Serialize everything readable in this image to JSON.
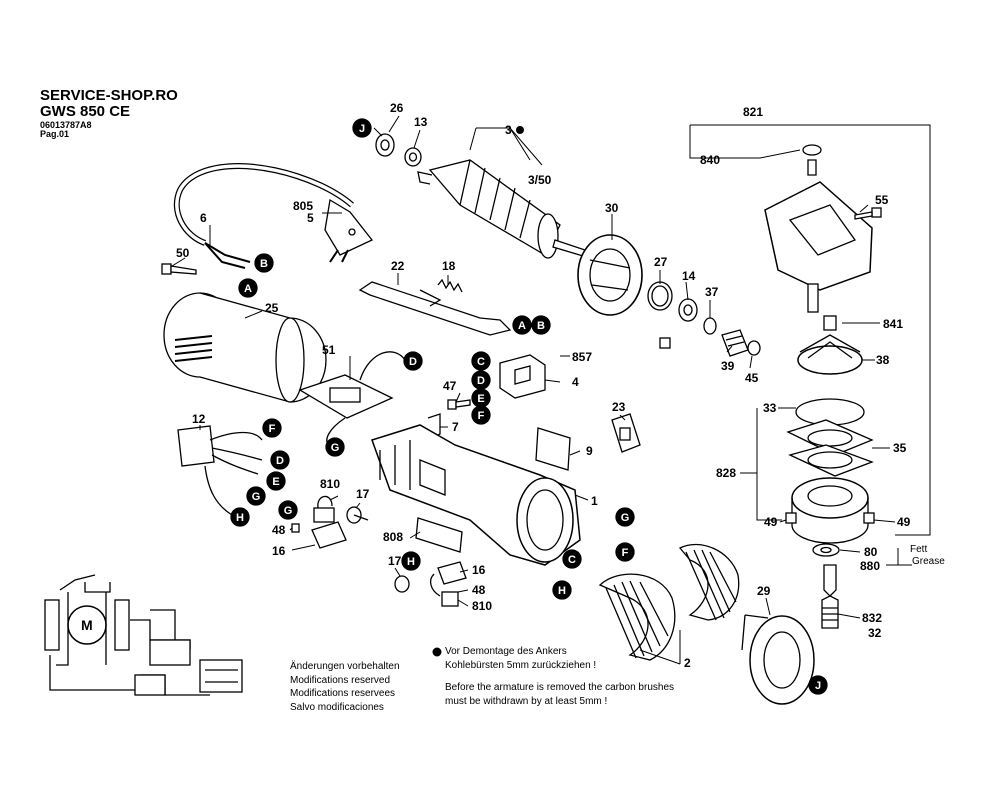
{
  "header": {
    "shop": "SERVICE-SHOP.RO",
    "model": "GWS 850 CE",
    "part_number": "06013787A8",
    "page": "Pag.01"
  },
  "labels": {
    "p26": "26",
    "p13": "13",
    "p3": "3",
    "p3_50": "3/50",
    "p821": "821",
    "p840": "840",
    "p55": "55",
    "p805": "805",
    "p5": "5",
    "p6": "6",
    "p30": "30",
    "p50": "50",
    "p22": "22",
    "p18": "18",
    "p27": "27",
    "p14": "14",
    "p37": "37",
    "p25": "25",
    "p841": "841",
    "p857": "857",
    "p4": "4",
    "p51": "51",
    "p39": "39",
    "p45": "45",
    "p38": "38",
    "p47": "47",
    "p23": "23",
    "p33": "33",
    "p7": "7",
    "p12": "12",
    "p35": "35",
    "p9": "9",
    "p828": "828",
    "p1": "1",
    "p810": "810",
    "p17": "17",
    "p49": "49",
    "p49b": "49",
    "p48": "48",
    "p16": "16",
    "p808": "808",
    "p16b": "16",
    "p17b": "17",
    "p48b": "48",
    "p810b": "810",
    "p80": "80",
    "p880": "880",
    "p832": "832",
    "p32": "32",
    "p29": "29",
    "p2": "2"
  },
  "letters": {
    "J": "J",
    "B": "B",
    "A": "A",
    "C": "C",
    "D": "D",
    "E": "E",
    "F": "F",
    "G": "G",
    "H": "H"
  },
  "notes": {
    "changes": [
      "Änderungen vorbehalten",
      "Modifications reserved",
      "Modifications reservees",
      "Salvo modificaciones"
    ],
    "carbon_de_1": "Vor Demontage des Ankers",
    "carbon_de_2": "Kohlebürsten 5mm zurückziehen !",
    "carbon_en_1": "Before the armature is removed the carbon brushes",
    "carbon_en_2": "must be withdrawn by at least 5mm !"
  },
  "fett": "Fett",
  "grease": "Grease",
  "motor_symbol": "M"
}
